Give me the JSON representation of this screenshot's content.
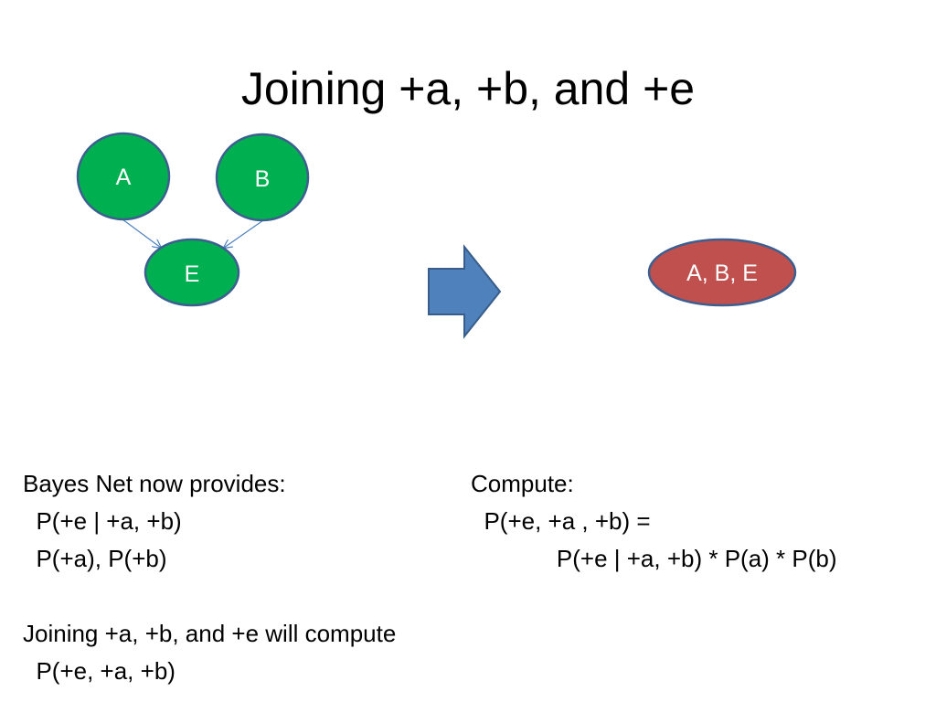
{
  "title": "Joining +a, +b, and +e",
  "nodes": {
    "a": "A",
    "b": "B",
    "e": "E",
    "joined": "A, B, E"
  },
  "colors": {
    "node_fill": "#00b050",
    "node_stroke": "#3c5f8f",
    "joined_fill": "#c0504d",
    "arrow_fill": "#4f81bd",
    "arrow_stroke": "#385d8a"
  },
  "left_text": {
    "heading": "Bayes Net now provides:",
    "line1": "  P(+e | +a, +b)",
    "line2": "  P(+a), P(+b)",
    "joining": "Joining +a, +b, and +e will compute",
    "result": "  P(+e, +a, +b)"
  },
  "right_text": {
    "heading": "Compute:",
    "line1": "  P(+e, +a , +b) =",
    "line2": "             P(+e | +a, +b) * P(a) * P(b)"
  }
}
